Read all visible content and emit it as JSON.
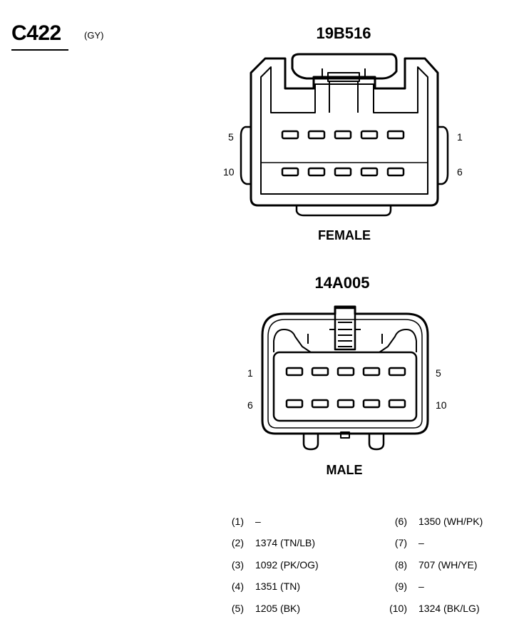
{
  "connector": {
    "id": "C422",
    "color": "(GY)"
  },
  "female": {
    "part_number": "19B516",
    "label": "FEMALE",
    "pin_labels": {
      "top_left": "5",
      "top_right": "1",
      "bottom_left": "10",
      "bottom_right": "6"
    }
  },
  "male": {
    "part_number": "14A005",
    "label": "MALE",
    "pin_labels": {
      "top_left": "1",
      "top_right": "5",
      "bottom_left": "6",
      "bottom_right": "10"
    }
  },
  "pinout": [
    {
      "num": "(1)",
      "wire": "–"
    },
    {
      "num": "(2)",
      "wire": "1374 (TN/LB)"
    },
    {
      "num": "(3)",
      "wire": "1092 (PK/OG)"
    },
    {
      "num": "(4)",
      "wire": "1351 (TN)"
    },
    {
      "num": "(5)",
      "wire": "1205 (BK)"
    },
    {
      "num": "(6)",
      "wire": "1350 (WH/PK)"
    },
    {
      "num": "(7)",
      "wire": "–"
    },
    {
      "num": "(8)",
      "wire": "707 (WH/YE)"
    },
    {
      "num": "(9)",
      "wire": "–"
    },
    {
      "num": "(10)",
      "wire": "1324 (BK/LG)"
    }
  ]
}
